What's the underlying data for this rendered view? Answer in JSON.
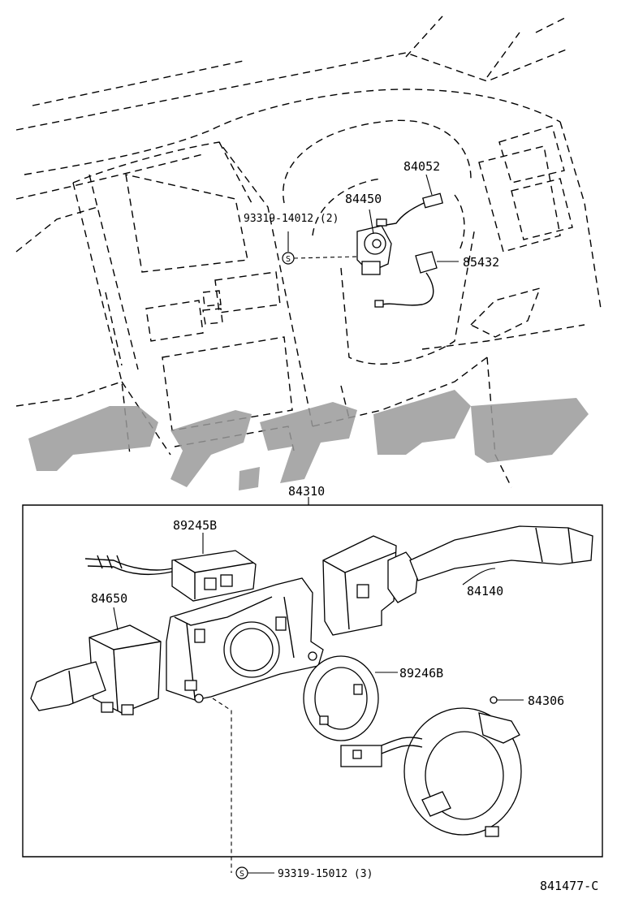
{
  "diagram": {
    "callouts": {
      "p84052": "84052",
      "p84450": "84450",
      "p93319_14012": "93319-14012 (2)",
      "p85432": "85432",
      "p84310": "84310",
      "p89245B": "89245B",
      "p84650": "84650",
      "p84140": "84140",
      "p89246B": "89246B",
      "p84306": "84306",
      "p93319_15012": "93319-15012 (3)"
    },
    "screw_symbol": "S",
    "figure_code": "841477-C"
  }
}
